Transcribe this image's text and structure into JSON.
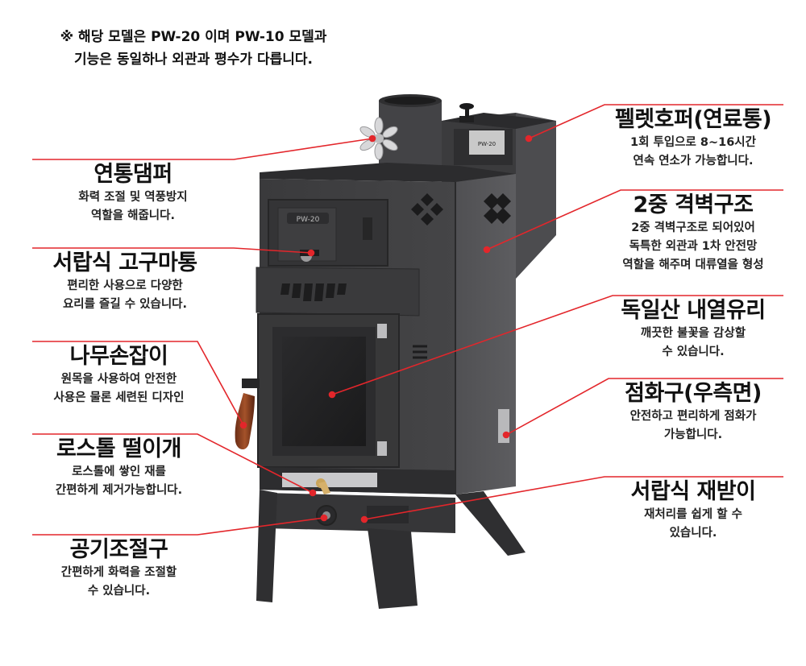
{
  "note": {
    "line1": "※ 해당 모델은 PW-20 이며 PW-10 모델과",
    "line2": "기능은 동일하나 외관과 평수가 다릅니다."
  },
  "stove": {
    "badge_text": "PW-20",
    "plate_text": "PW-20"
  },
  "labels": {
    "damper": {
      "title": "연통댐퍼",
      "desc": [
        "화력 조절 및 역풍방지",
        "역할을 해줍니다."
      ]
    },
    "oven": {
      "title": "서랍식 고구마통",
      "desc": [
        "편리한 사용으로 다양한",
        "요리를 즐길 수 있습니다."
      ]
    },
    "handle": {
      "title": "나무손잡이",
      "desc": [
        "원목을 사용하여 안전한",
        "사용은 물론 세련된 디자인"
      ]
    },
    "shaker": {
      "title": "로스톨 떨이개",
      "desc": [
        "로스톨에 쌓인 재를",
        "간편하게 제거가능합니다."
      ]
    },
    "air": {
      "title": "공기조절구",
      "desc": [
        "간편하게 화력을 조절할",
        "수 있습니다."
      ]
    },
    "hopper": {
      "title": "펠렛호퍼(연료통)",
      "desc": [
        "1회 투입으로 8~16시간",
        "연속 연소가 가능합니다."
      ]
    },
    "wall": {
      "title": "2중 격벽구조",
      "desc": [
        "2중 격벽구조로 되어있어",
        "독특한 외관과 1차 안전망",
        "역할을 해주며 대류열을 형성"
      ]
    },
    "glass": {
      "title": "독일산 내열유리",
      "desc": [
        "깨끗한 불꽃을 감상할",
        "수 있습니다."
      ]
    },
    "ignition": {
      "title": "점화구(우측면)",
      "desc": [
        "안전하고 편리하게 점화가",
        "가능합니다."
      ]
    },
    "ash": {
      "title": "서랍식 재받이",
      "desc": [
        "재처리를 쉽게 할 수",
        "있습니다."
      ]
    }
  },
  "colors": {
    "leader": "#e3262b",
    "stove_dark": "#3c3c3e",
    "stove_mid": "#4a4a4d",
    "stove_side": "#525255"
  }
}
